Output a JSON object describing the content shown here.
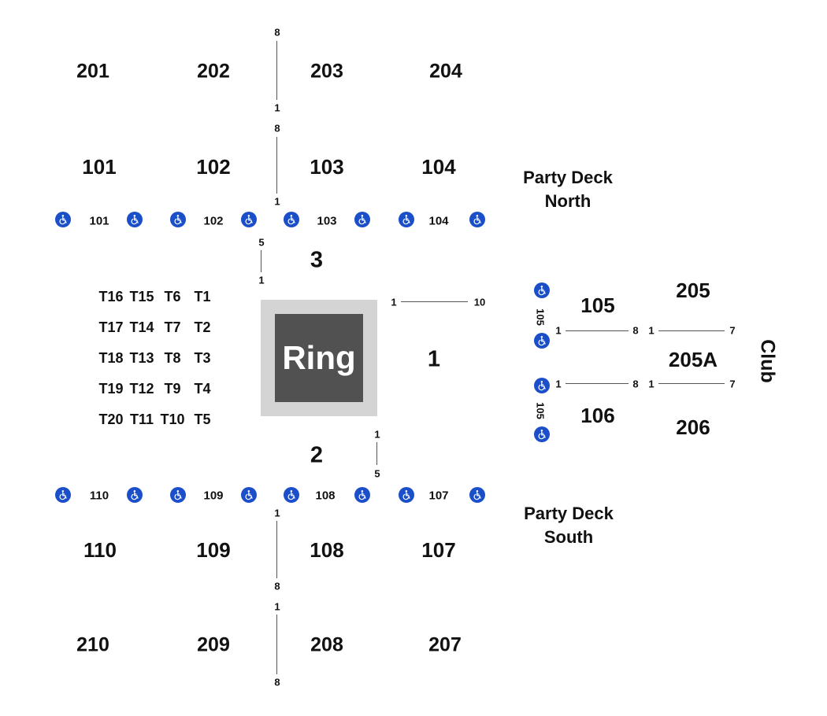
{
  "colors": {
    "accessible": "#1a4fc9",
    "ring_outer": "#d4d4d4",
    "ring_inner": "#515151",
    "text": "#111111"
  },
  "icons": {
    "accessible_seating": "wheelchair-icon"
  },
  "ring": {
    "label": "Ring"
  },
  "upper_north": [
    "201",
    "202",
    "203",
    "204"
  ],
  "lower_north": [
    "101",
    "102",
    "103",
    "104"
  ],
  "lower_south": [
    "110",
    "109",
    "108",
    "107"
  ],
  "upper_south": [
    "210",
    "209",
    "208",
    "207"
  ],
  "aisle_north": [
    "101",
    "102",
    "103",
    "104"
  ],
  "aisle_south": [
    "110",
    "109",
    "108",
    "107"
  ],
  "floor": {
    "north": "3",
    "east": "1",
    "south": "2"
  },
  "tables": [
    [
      "T16",
      "T15",
      "T6",
      "T1"
    ],
    [
      "T17",
      "T14",
      "T7",
      "T2"
    ],
    [
      "T18",
      "T13",
      "T8",
      "T3"
    ],
    [
      "T19",
      "T12",
      "T9",
      "T4"
    ],
    [
      "T20",
      "T11",
      "T10",
      "T5"
    ]
  ],
  "east": {
    "sec_105": "105",
    "sec_106": "106",
    "sec_205": "205",
    "sec_205a": "205A",
    "sec_206": "206",
    "aisle_105_upper": "105",
    "aisle_105_lower": "105",
    "club": "Club"
  },
  "party_deck_north": [
    "Party Deck",
    "North"
  ],
  "party_deck_south": [
    "Party Deck",
    "South"
  ],
  "rows": {
    "upper_north": [
      "8",
      "1"
    ],
    "lower_north": [
      "8",
      "1"
    ],
    "floor_north": [
      "5",
      "1"
    ],
    "floor_east": [
      "1",
      "10"
    ],
    "floor_south": [
      "1",
      "5"
    ],
    "lower_south": [
      "1",
      "8"
    ],
    "upper_south": [
      "1",
      "8"
    ],
    "sec105": [
      "1",
      "8"
    ],
    "sec205": [
      "1",
      "7"
    ],
    "sec106": [
      "1",
      "8"
    ],
    "sec206": [
      "1",
      "7"
    ]
  }
}
